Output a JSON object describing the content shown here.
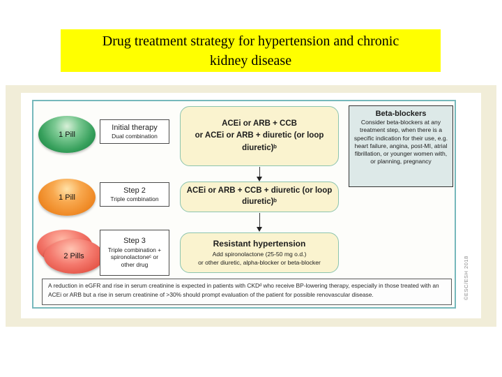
{
  "title": {
    "line1": "Drug treatment strategy for hypertension and chronic",
    "line2": "kidney disease"
  },
  "flow": {
    "step1": {
      "pill": "1 Pill",
      "label": "Initial therapy",
      "sublabel": "Dual combination",
      "therapy": "ACEi or ARB + CCB\nor ACEi or ARB + diuretic (or loop diuretic)ᵇ"
    },
    "step2": {
      "pill": "1 Pill",
      "label": "Step 2",
      "sublabel": "Triple combination",
      "therapy": "ACEi or ARB + CCB + diuretic (or loop diuretic)ᵇ"
    },
    "step3": {
      "pill": "2 Pills",
      "label": "Step 3",
      "sublabel": "Triple combination +\nspironolactoneᶜ or\nother drug",
      "therapy_title": "Resistant hypertension",
      "therapy_line1": "Add spironolactone (25-50 mg o.d.)",
      "therapy_line2": "or other diuretic, alpha-blocker or beta-blocker"
    }
  },
  "beta_blockers": {
    "title": "Beta-blockers",
    "body": "Consider beta-blockers at any treatment step, when there is a specific indication for their use, e.g. heart failure, angina, post-MI, atrial fibrillation, or younger women with, or planning, pregnancy"
  },
  "footnote": "A reduction in eGFR and rise in serum creatinine is expected in patients with CKDᵈ who receive BP-lowering therapy, especially in those treated with an ACEi or ARB but a rise in serum creatinine of >30% should prompt evaluation of the patient for possible renovascular disease.",
  "copyright": "©ESC/ESH 2018",
  "colors": {
    "title_bg": "#ffff00",
    "frame_bg": "#f1edd8",
    "flow_border": "#76b8bb",
    "therapy_box_bg": "#faf3cf",
    "therapy_box_border": "#8cc4ae",
    "beta_box_bg": "#dde9e8",
    "pill_green": "#2e9a55",
    "pill_orange": "#ee8a2a",
    "pill_red": "#d93a2b"
  }
}
